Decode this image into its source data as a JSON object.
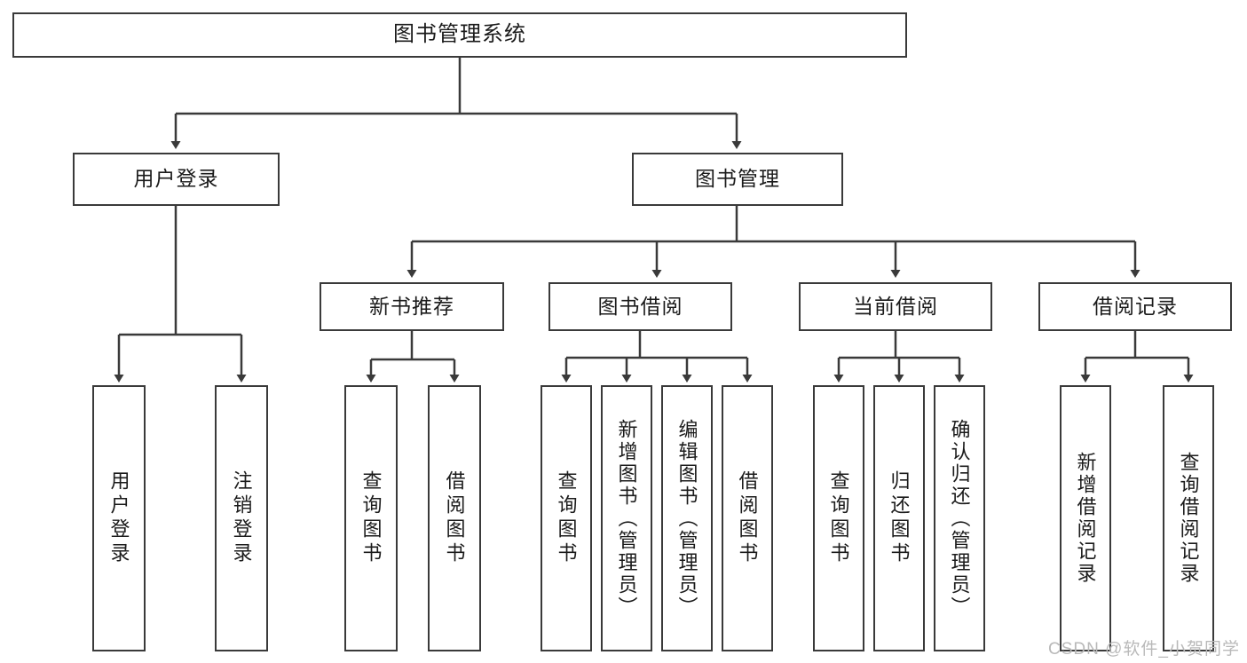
{
  "diagram": {
    "title": "图书管理系统",
    "type": "hierarchy-tree",
    "watermark": "CSDN @软件_小贺同学",
    "colors": {
      "stroke": "#3a3a3a",
      "fill": "#ffffff",
      "text": "#1b1b1b",
      "watermark": "#b9b9b9"
    },
    "levels": {
      "root": {
        "label": "图书管理系统"
      },
      "level2": [
        {
          "id": "user-login",
          "label": "用户登录"
        },
        {
          "id": "book-manage",
          "label": "图书管理"
        }
      ],
      "level3": [
        {
          "id": "new-book-recommend",
          "label": "新书推荐"
        },
        {
          "id": "book-borrow",
          "label": "图书借阅"
        },
        {
          "id": "current-borrow",
          "label": "当前借阅"
        },
        {
          "id": "borrow-record",
          "label": "借阅记录"
        }
      ],
      "leaves": [
        {
          "id": "leaf-user-login",
          "label": "用户登录",
          "parent": "user-login"
        },
        {
          "id": "leaf-logout-login",
          "label": "注销登录",
          "parent": "user-login"
        },
        {
          "id": "leaf-query-book-1",
          "label": "查询图书",
          "parent": "new-book-recommend"
        },
        {
          "id": "leaf-borrow-book-1",
          "label": "借阅图书",
          "parent": "new-book-recommend"
        },
        {
          "id": "leaf-query-book-2",
          "label": "查询图书",
          "parent": "book-borrow"
        },
        {
          "id": "leaf-add-book",
          "label": "新增图书（管理员）",
          "parent": "book-borrow"
        },
        {
          "id": "leaf-edit-book",
          "label": "编辑图书（管理员）",
          "parent": "book-borrow"
        },
        {
          "id": "leaf-borrow-book-2",
          "label": "借阅图书",
          "parent": "book-borrow"
        },
        {
          "id": "leaf-query-book-3",
          "label": "查询图书",
          "parent": "current-borrow"
        },
        {
          "id": "leaf-return-book",
          "label": "归还图书",
          "parent": "current-borrow"
        },
        {
          "id": "leaf-confirm-return",
          "label": "确认归还（管理员）",
          "parent": "current-borrow"
        },
        {
          "id": "leaf-add-record",
          "label": "新增借阅记录",
          "parent": "borrow-record"
        },
        {
          "id": "leaf-query-record",
          "label": "查询借阅记录",
          "parent": "borrow-record"
        }
      ]
    }
  }
}
